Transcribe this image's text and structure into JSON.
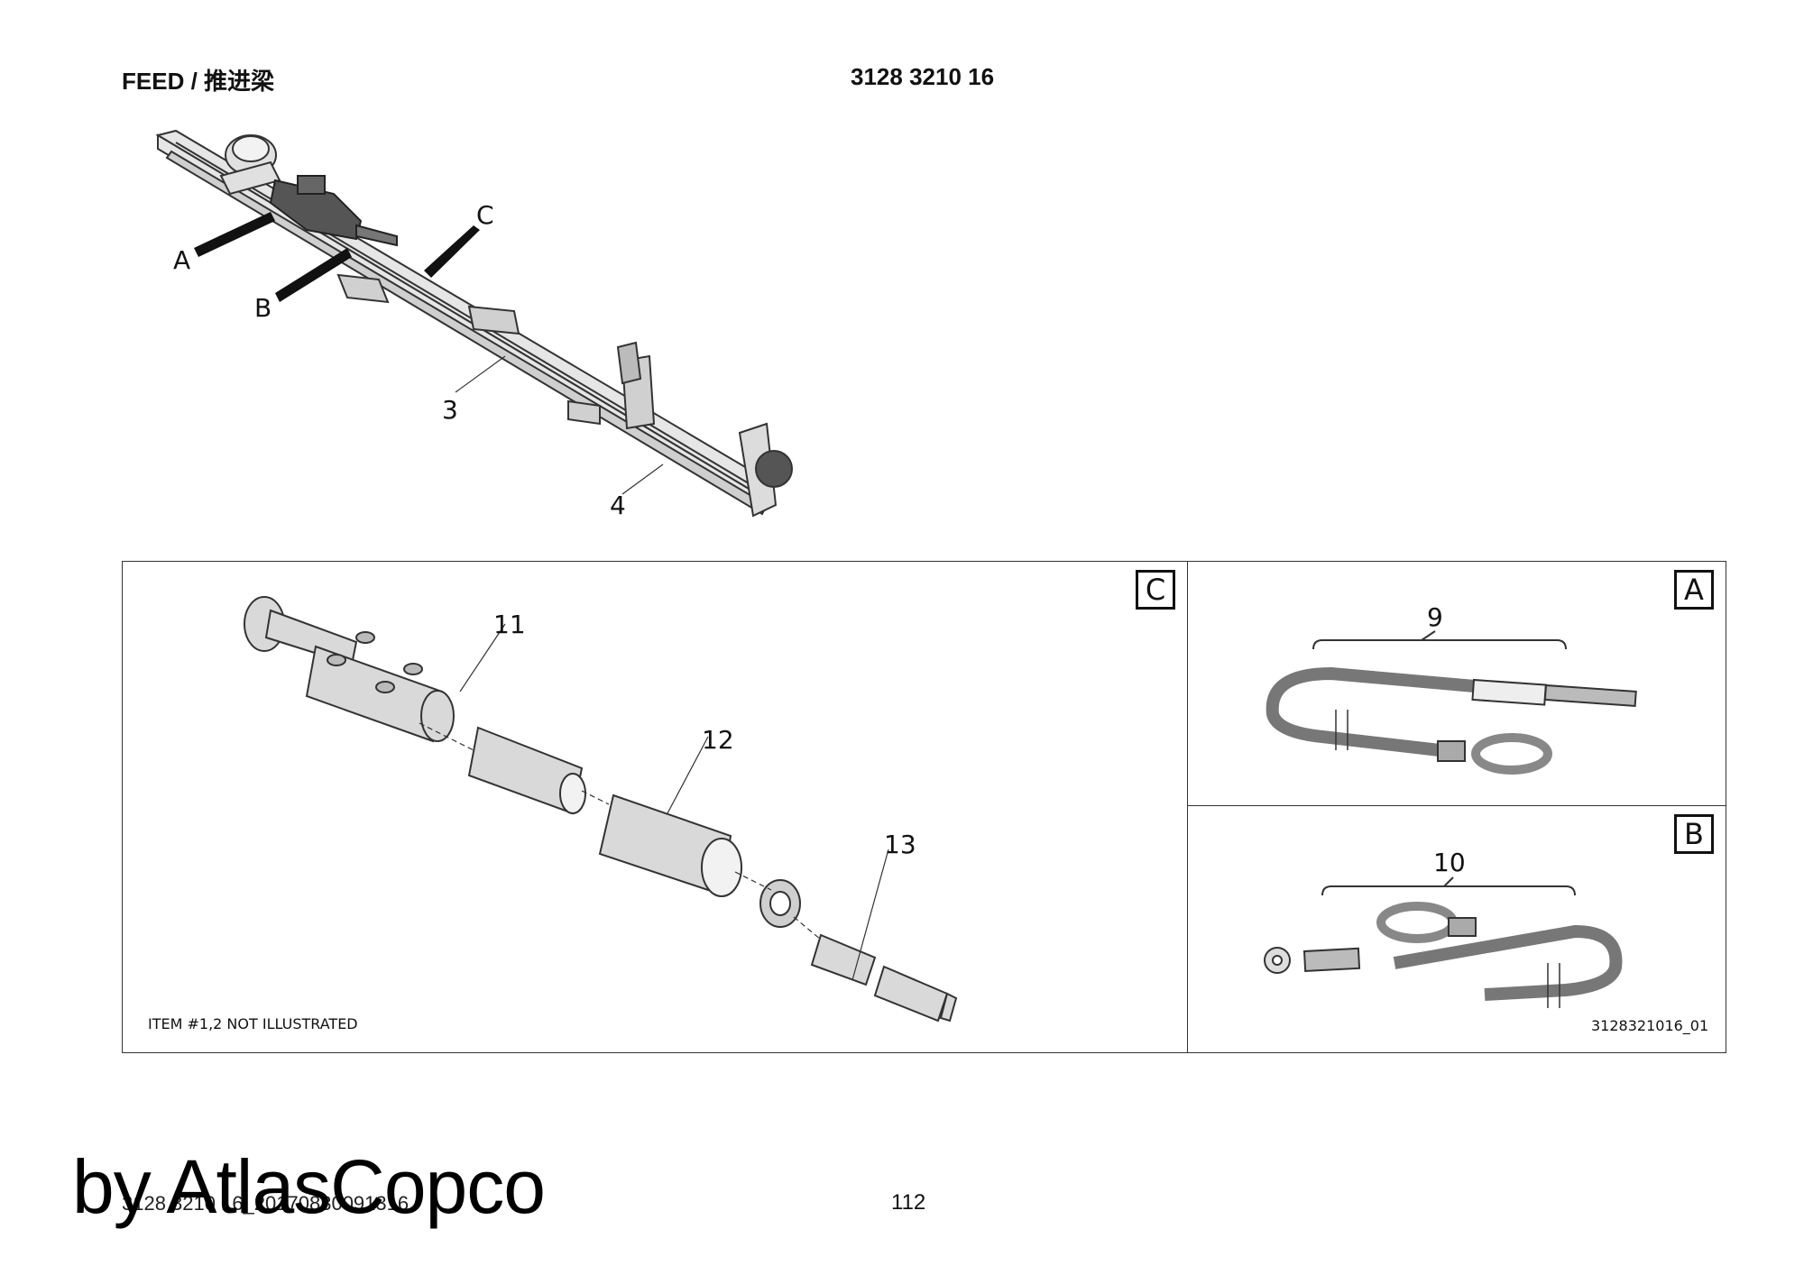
{
  "header": {
    "title": "FEED / 推进梁",
    "part_number": "3128 3210 16"
  },
  "overview": {
    "callouts": {
      "a": "A",
      "b": "B",
      "c": "C",
      "item3": "3",
      "item4": "4"
    }
  },
  "detail_c": {
    "letter": "C",
    "callouts": {
      "item11": "11",
      "item12": "12",
      "item13": "13"
    },
    "note": "ITEM #1,2 NOT ILLUSTRATED"
  },
  "detail_a": {
    "letter": "A",
    "callout": "9"
  },
  "detail_b": {
    "letter": "B",
    "callout": "10",
    "figure_id": "3128321016_01"
  },
  "footer": {
    "watermark": "by AtlasCopco",
    "doc_ref": "3128 3210 16_20170830091316",
    "page": "112"
  },
  "colors": {
    "line": "#333333",
    "part_fill": "#d9d9d9",
    "dark_part": "#555555"
  }
}
